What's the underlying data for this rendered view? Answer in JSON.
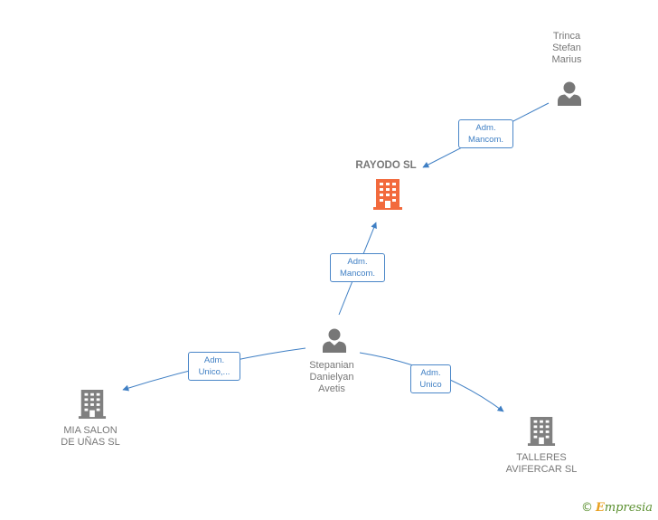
{
  "colors": {
    "person": "#777777",
    "company": "#808080",
    "company_highlight": "#f26a3d",
    "edge": "#3f7fc4"
  },
  "nodes": {
    "trinca": {
      "lines": [
        "Trinca",
        "Stefan",
        "Marius"
      ],
      "icon": "person-icon"
    },
    "rayodo": {
      "lines": [
        "RAYODO  SL"
      ],
      "icon": "building-icon"
    },
    "stepanian": {
      "lines": [
        "Stepanian",
        "Danielyan",
        "Avetis"
      ],
      "icon": "person-icon"
    },
    "mia_salon": {
      "lines": [
        "MIA SALON",
        "DE UÑAS  SL"
      ],
      "icon": "building-icon"
    },
    "talleres": {
      "lines": [
        "TALLERES",
        "AVIFERCAR SL"
      ],
      "icon": "building-icon"
    }
  },
  "edges": {
    "trinca_rayodo": [
      "Adm.",
      "Mancom."
    ],
    "stepanian_rayodo": [
      "Adm.",
      "Mancom."
    ],
    "stepanian_mia": [
      "Adm.",
      "Unico,..."
    ],
    "stepanian_talleres": [
      "Adm.",
      "Unico"
    ]
  },
  "footer": {
    "copyright": "©",
    "brand_first": "E",
    "brand_rest": "mpresia"
  }
}
